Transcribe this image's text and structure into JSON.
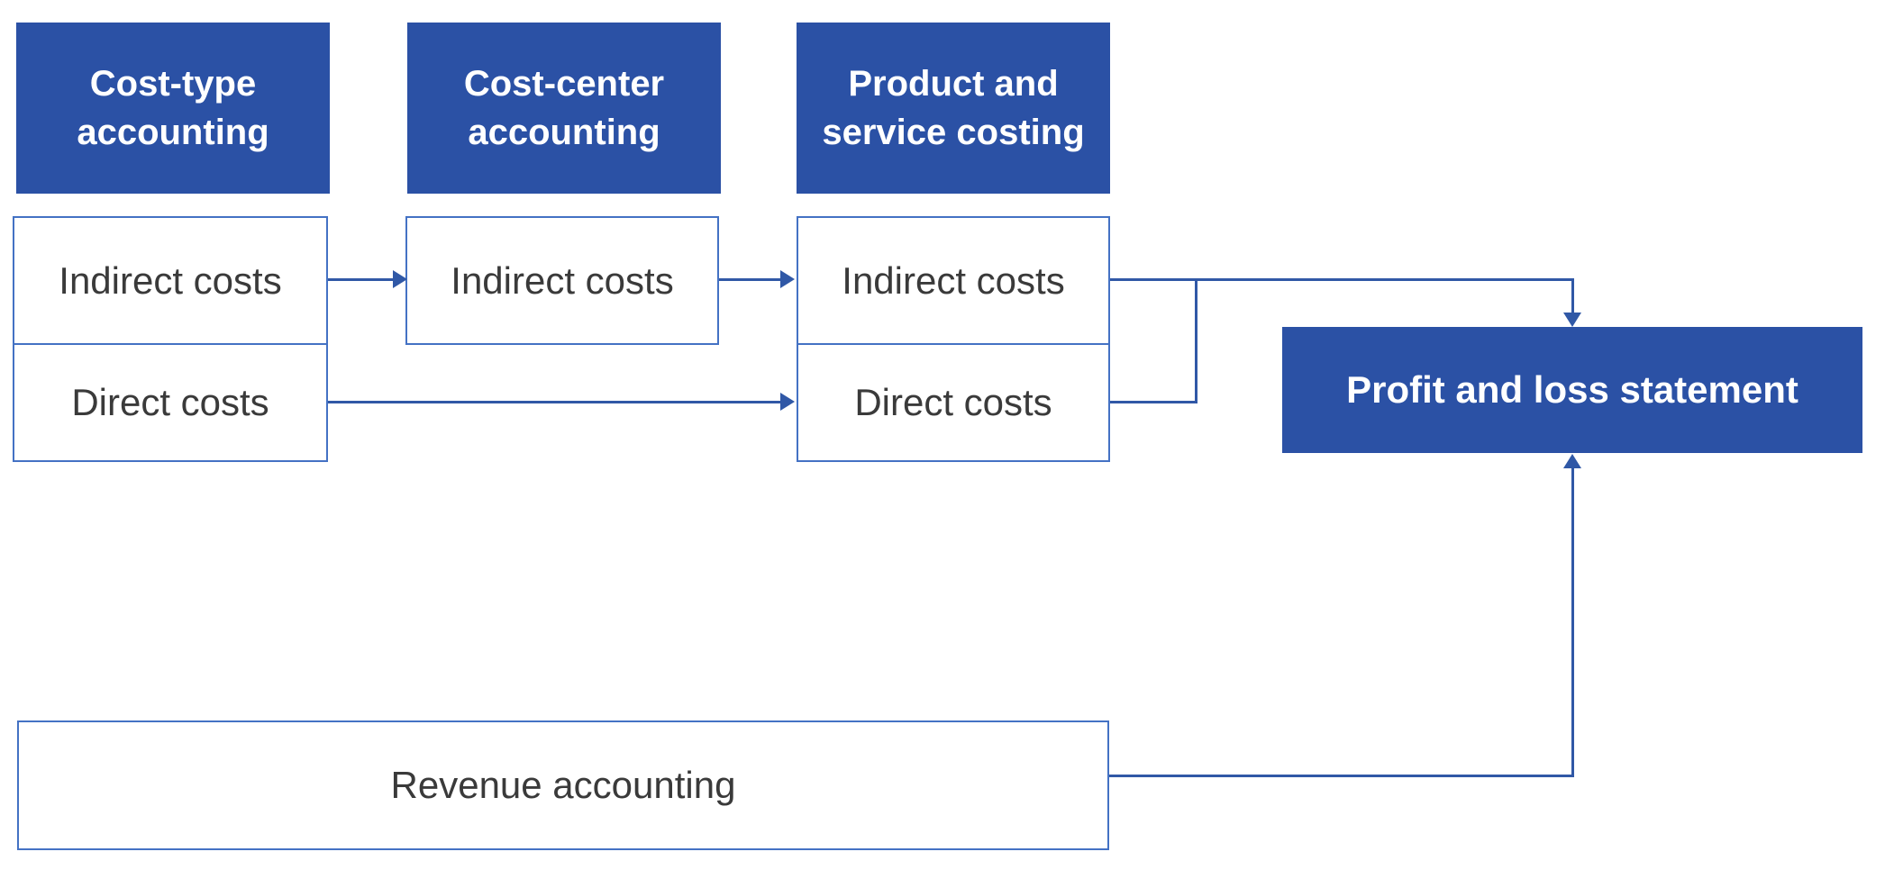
{
  "diagram": {
    "title_semantic": "Cost accounting flow diagram",
    "colors": {
      "header_fill": "#2B51A5",
      "header_text": "#FFFFFF",
      "box_border": "#4472C4",
      "box_text": "#3A3A3A",
      "connector": "#3058A6",
      "background": "#FFFFFF"
    },
    "headers": [
      {
        "label": "Cost-type accounting"
      },
      {
        "label": "Cost-center accounting"
      },
      {
        "label": "Product and service costing"
      }
    ],
    "cost_type": {
      "indirect": "Indirect costs",
      "direct": "Direct costs"
    },
    "cost_center": {
      "indirect": "Indirect costs"
    },
    "product_costing": {
      "indirect": "Indirect costs",
      "direct": "Direct costs"
    },
    "profit_loss": {
      "label": "Profit and loss statement"
    },
    "revenue": {
      "label": "Revenue accounting"
    },
    "connections": [
      "cost-type indirect -> cost-center indirect",
      "cost-center indirect -> product-costing indirect",
      "cost-type direct -> product-costing direct",
      "product-costing indirect + direct -> profit and loss statement (top)",
      "revenue accounting -> profit and loss statement (bottom)"
    ]
  }
}
